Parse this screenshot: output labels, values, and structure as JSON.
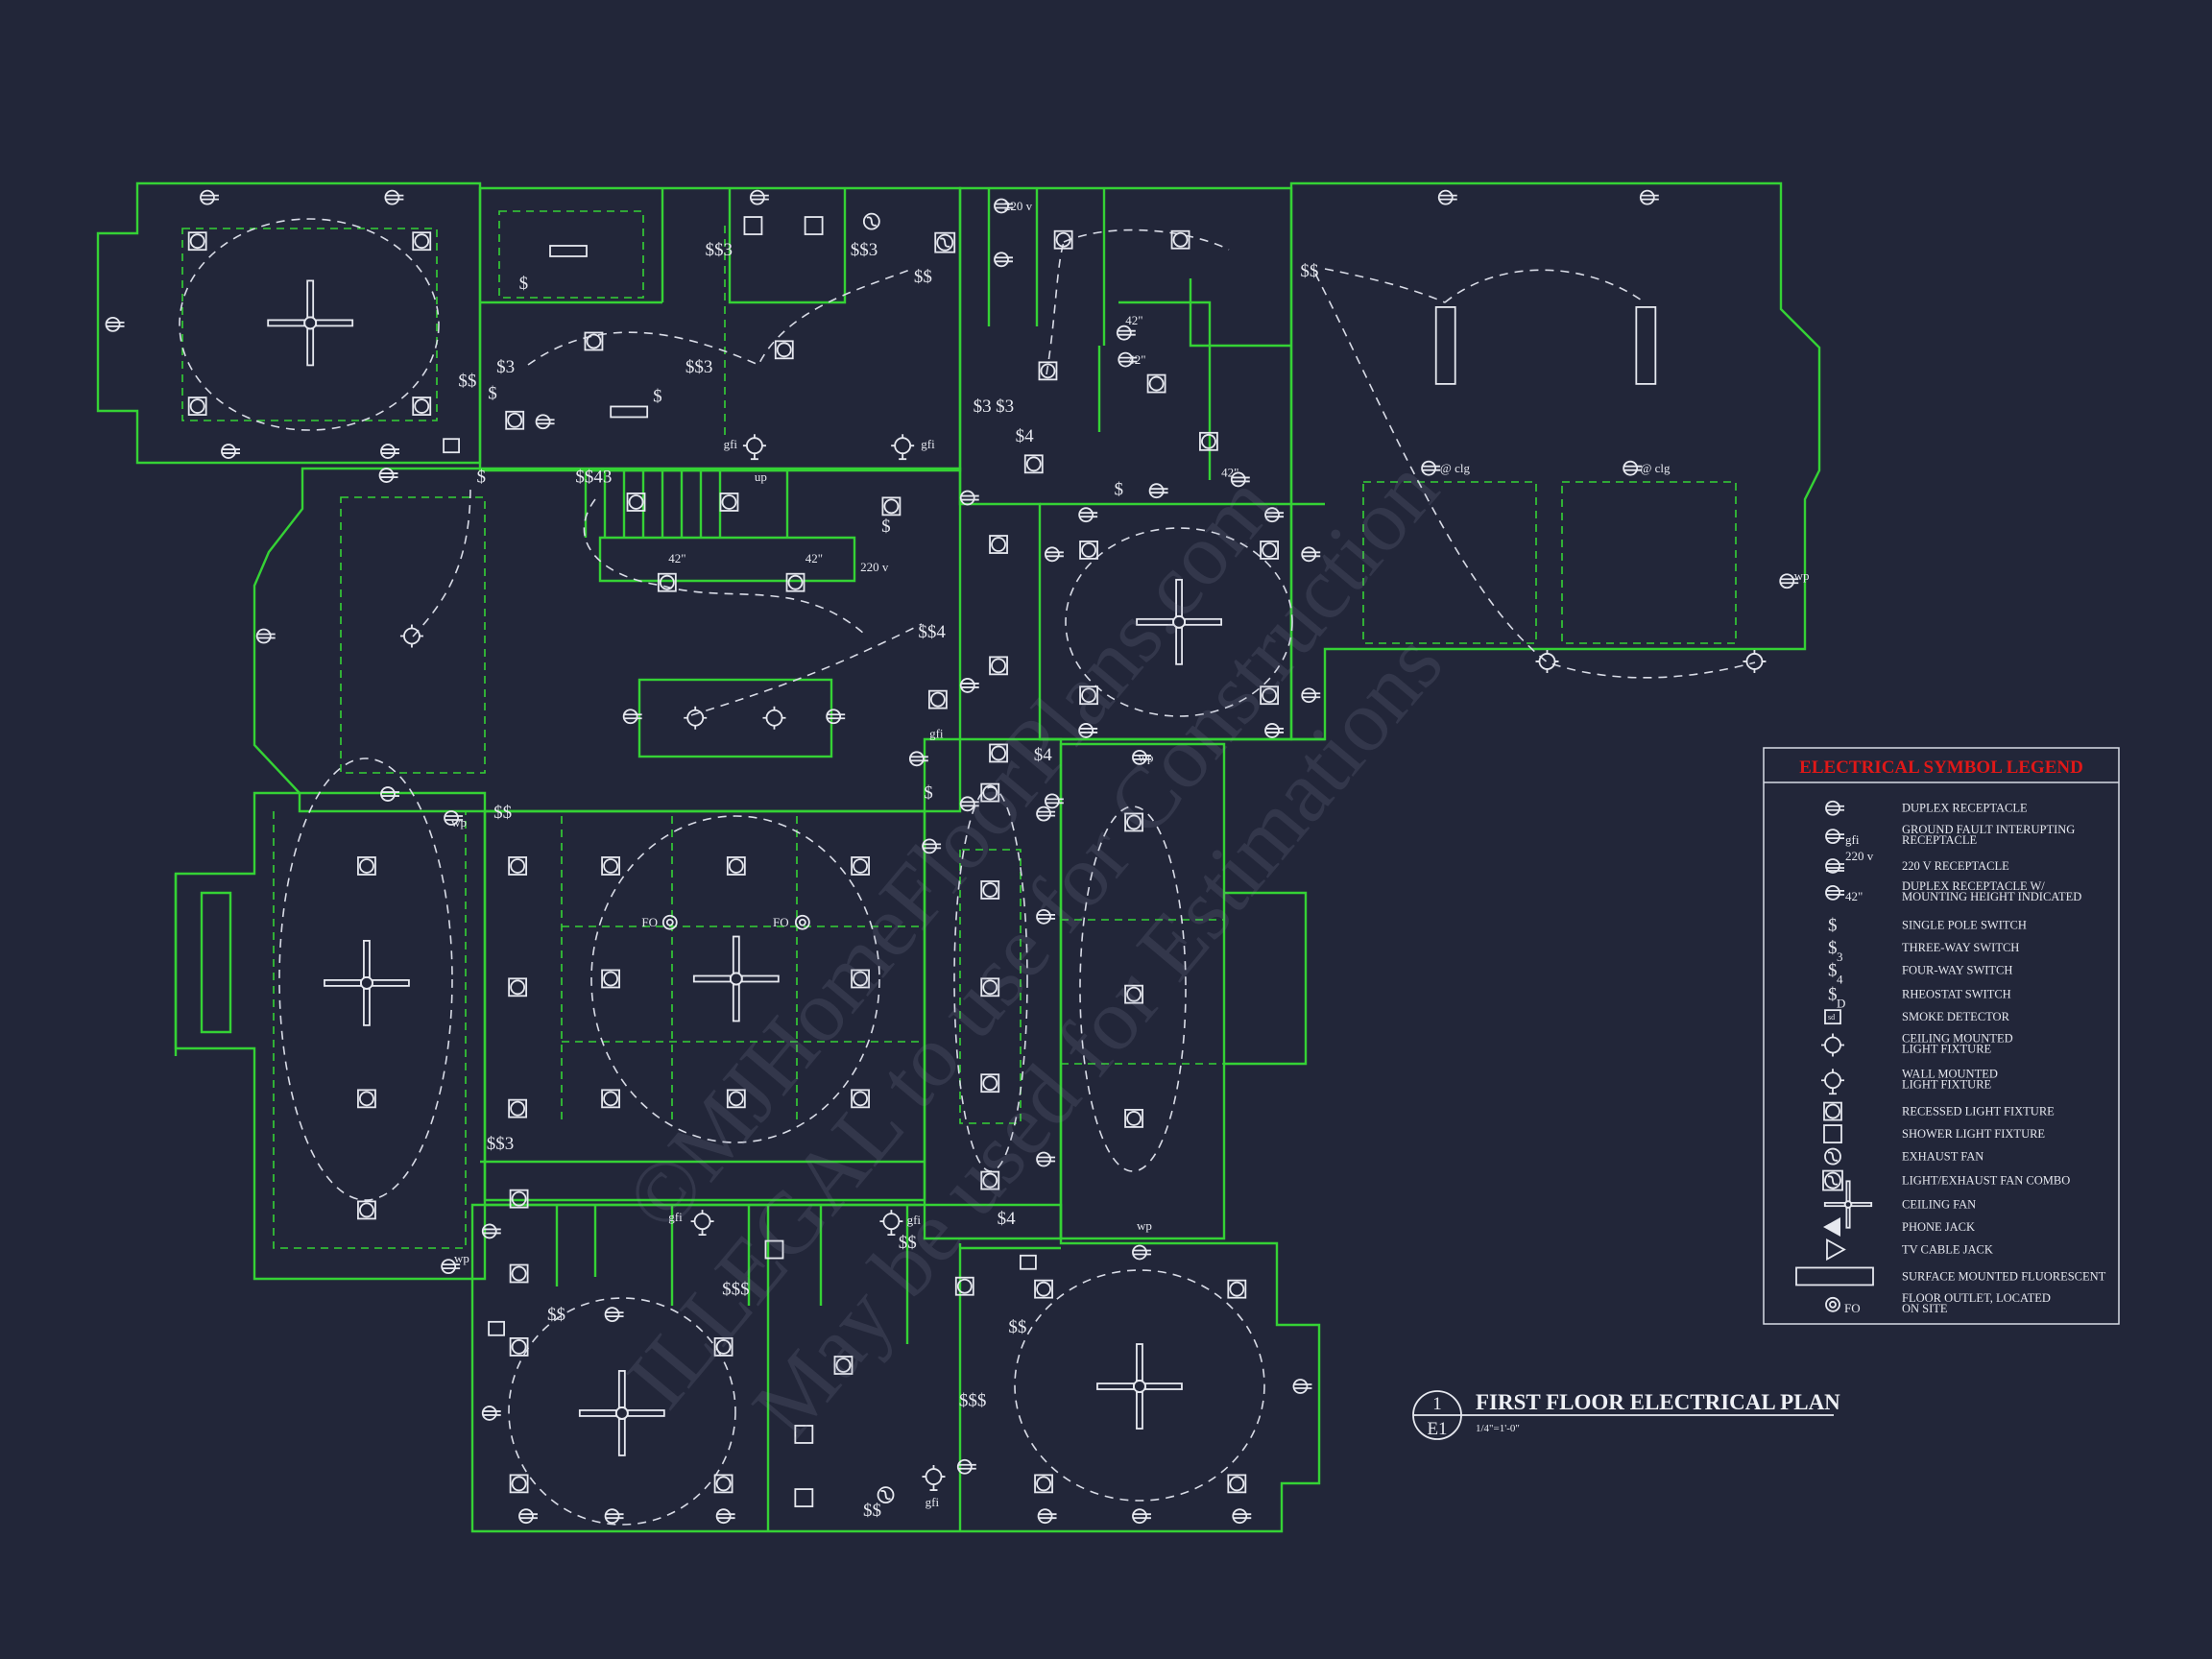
{
  "title_block": {
    "detail_number": "1",
    "sheet": "E1",
    "title": "FIRST FLOOR ELECTRICAL PLAN",
    "scale": "1/4\"=1'-0\""
  },
  "legend": {
    "title": "ELECTRICAL SYMBOL LEGEND",
    "items": [
      {
        "symbol": "duplex-receptacle",
        "tag": "",
        "label": "DUPLEX RECEPTACLE"
      },
      {
        "symbol": "gfi-receptacle",
        "tag": "gfi",
        "label": "GROUND FAULT INTERUPTING",
        "label2": "RECEPTACLE"
      },
      {
        "symbol": "220v-receptacle",
        "tag": "220 v",
        "label": "220 V RECEPTACLE"
      },
      {
        "symbol": "height-receptacle",
        "tag": "42\"",
        "label": "DUPLEX RECEPTACLE W/",
        "label2": "MOUNTING HEIGHT INDICATED"
      },
      {
        "symbol": "single-pole-switch",
        "tag": "$",
        "label": "SINGLE POLE SWITCH"
      },
      {
        "symbol": "three-way-switch",
        "tag": "$3",
        "label": "THREE-WAY SWITCH"
      },
      {
        "symbol": "four-way-switch",
        "tag": "$4",
        "label": "FOUR-WAY SWITCH"
      },
      {
        "symbol": "rheostat-switch",
        "tag": "$D",
        "label": "RHEOSTAT SWITCH"
      },
      {
        "symbol": "smoke-detector",
        "tag": "sd",
        "label": "SMOKE DETECTOR"
      },
      {
        "symbol": "ceiling-light",
        "tag": "",
        "label": "CEILING MOUNTED",
        "label2": "LIGHT FIXTURE"
      },
      {
        "symbol": "wall-light",
        "tag": "",
        "label": "WALL MOUNTED",
        "label2": "LIGHT FIXTURE"
      },
      {
        "symbol": "recessed-light",
        "tag": "",
        "label": "RECESSED LIGHT FIXTURE"
      },
      {
        "symbol": "shower-light",
        "tag": "",
        "label": "SHOWER LIGHT FIXTURE"
      },
      {
        "symbol": "exhaust-fan",
        "tag": "",
        "label": "EXHAUST FAN"
      },
      {
        "symbol": "light-exhaust-combo",
        "tag": "",
        "label": "LIGHT/EXHAUST FAN COMBO"
      },
      {
        "symbol": "ceiling-fan",
        "tag": "",
        "label": "CEILING FAN"
      },
      {
        "symbol": "phone-jack",
        "tag": "",
        "label": "PHONE JACK"
      },
      {
        "symbol": "tv-cable-jack",
        "tag": "",
        "label": "TV CABLE JACK"
      },
      {
        "symbol": "surface-fluorescent",
        "tag": "",
        "label": "SURFACE MOUNTED FLUORESCENT"
      },
      {
        "symbol": "floor-outlet",
        "tag": "FO",
        "label": "FLOOR OUTLET, LOCATED",
        "label2": "ON SITE"
      }
    ]
  },
  "plan_labels": {
    "s": "$",
    "ss": "$$",
    "sss": "$$$",
    "s3": "$3",
    "ss3": "$$3",
    "s4": "$4",
    "ss4": "$$4",
    "ss43": "$$43",
    "v220": "220 v",
    "h42": "42\"",
    "gfi": "gfi",
    "wp": "wp",
    "clg": "@ clg",
    "fo": "FO",
    "up": "up",
    "sd": "sd"
  },
  "watermark": {
    "line1": "©MJHomeFloorPlans.com",
    "line2": "ILLEGAL to use for Construction",
    "line3": "May be used for Estimations"
  },
  "colors": {
    "background": "#222639",
    "walls": "#35d235",
    "symbols": "#e6e8ef",
    "legend_title": "#e01818"
  }
}
